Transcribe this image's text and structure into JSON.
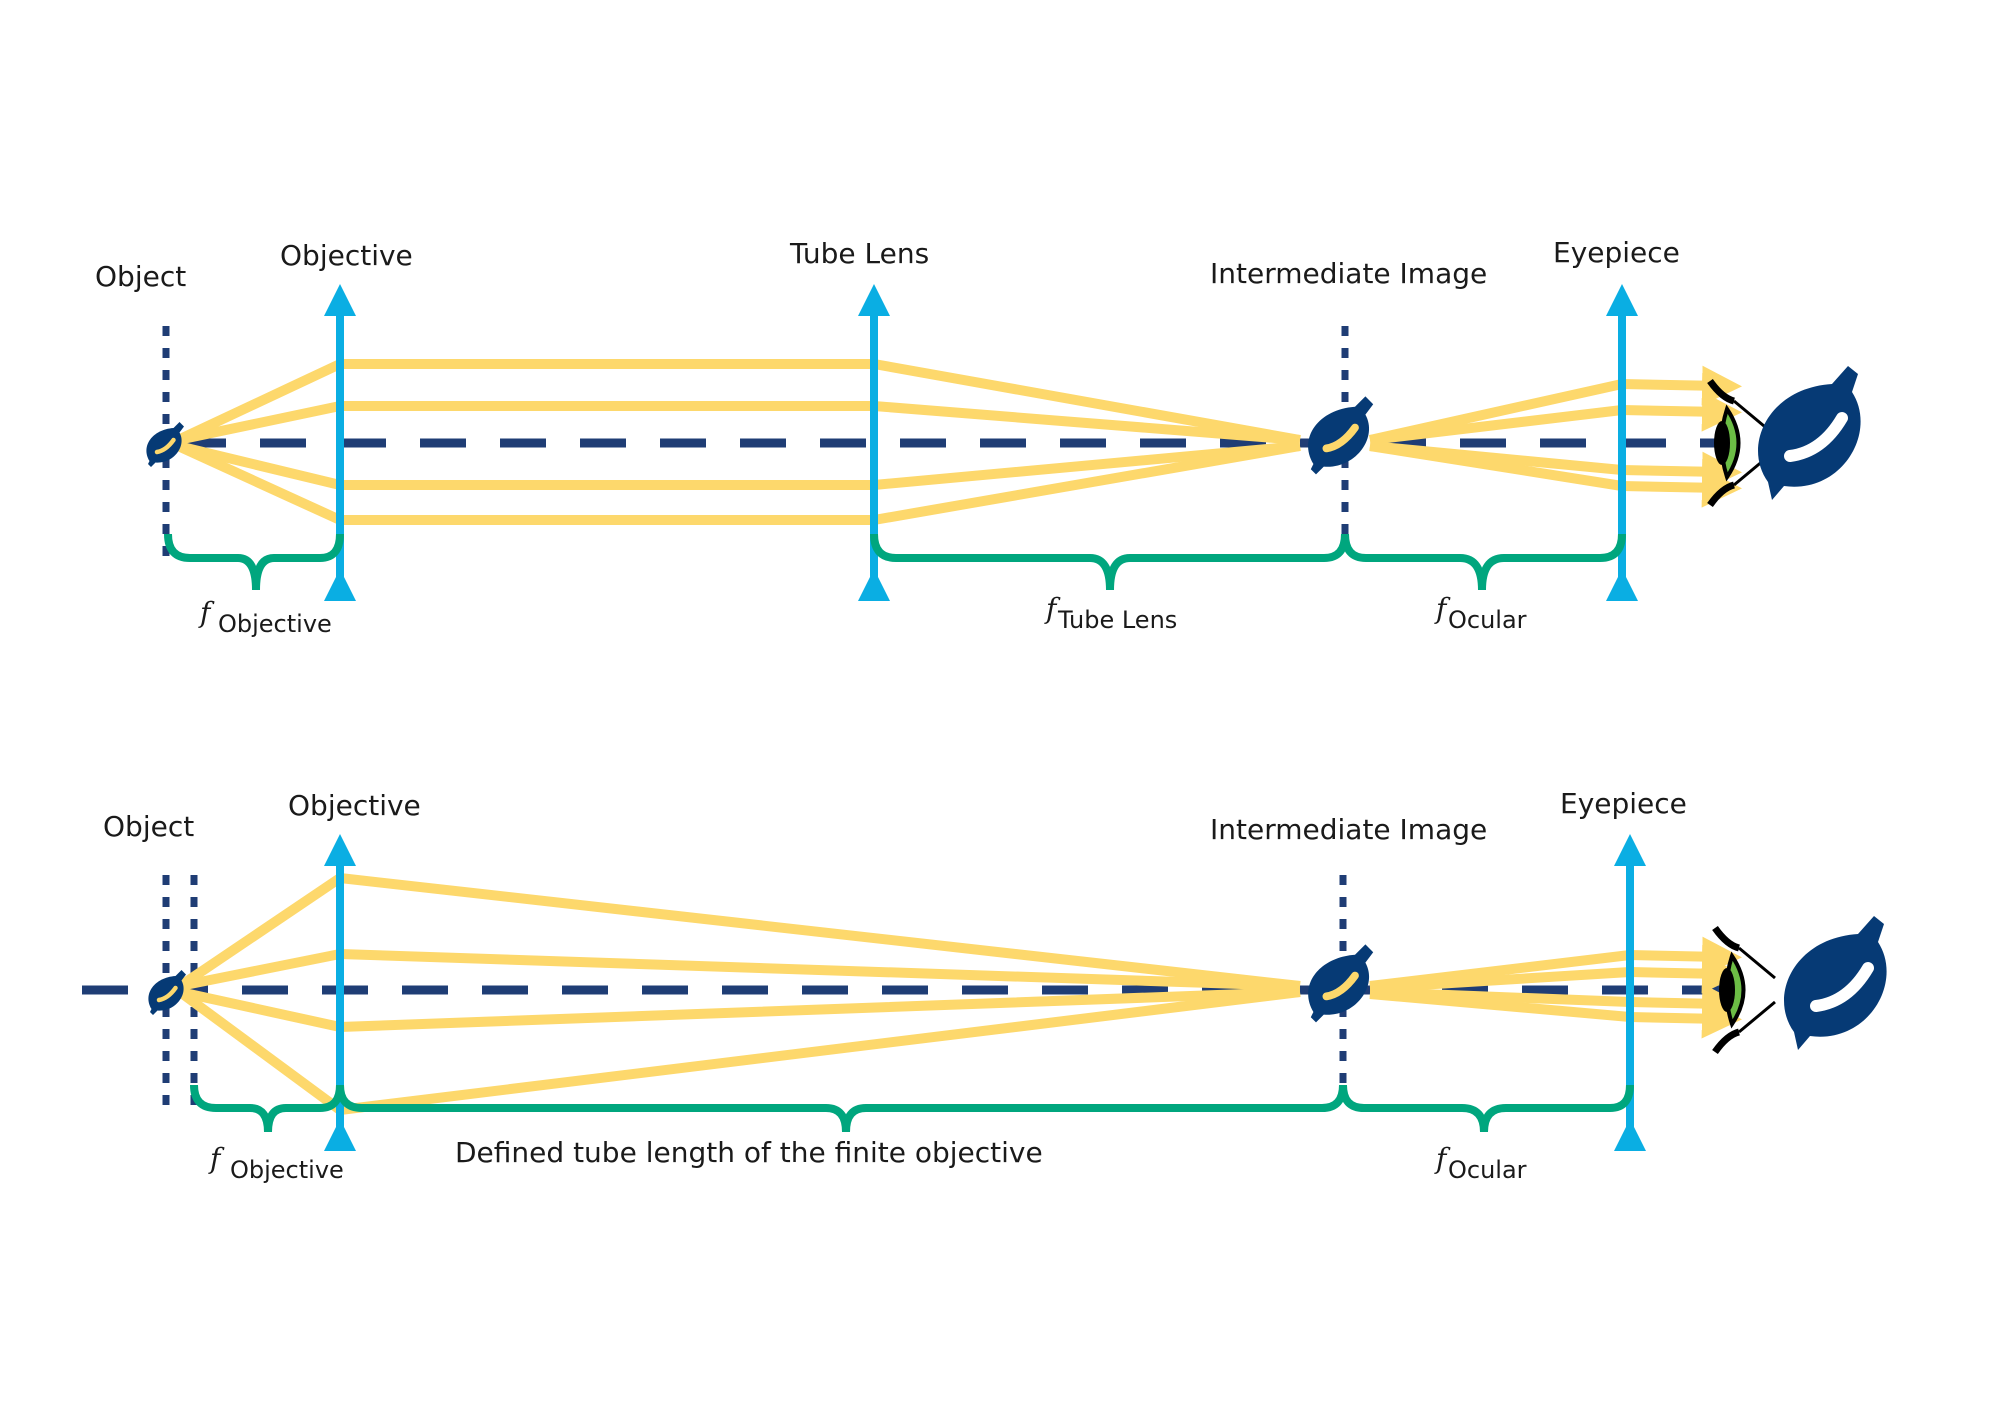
{
  "colors": {
    "axis": "#1f3d75",
    "lens": "#0aaee3",
    "ray": "#fdd86c",
    "bracket": "#00a67e",
    "leaf": "#063a75",
    "eye_green": "#6cbd45"
  },
  "top": {
    "labels": {
      "object": "Object",
      "objective": "Objective",
      "tube_lens": "Tube Lens",
      "intermediate": "Intermediate Image",
      "eyepiece": "Eyepiece"
    },
    "f_objective": {
      "f": "f",
      "sub": "Objective"
    },
    "f_tube": {
      "f": "f",
      "sub": "Tube Lens"
    },
    "f_ocular": {
      "f": "f",
      "sub": "Ocular"
    }
  },
  "bottom": {
    "labels": {
      "object": "Object",
      "objective": "Objective",
      "intermediate": "Intermediate Image",
      "eyepiece": "Eyepiece"
    },
    "f_objective": {
      "f": "f",
      "sub": "Objective"
    },
    "tube_length": "Defined tube length of the finite objective",
    "f_ocular": {
      "f": "f",
      "sub": "Ocular"
    }
  }
}
